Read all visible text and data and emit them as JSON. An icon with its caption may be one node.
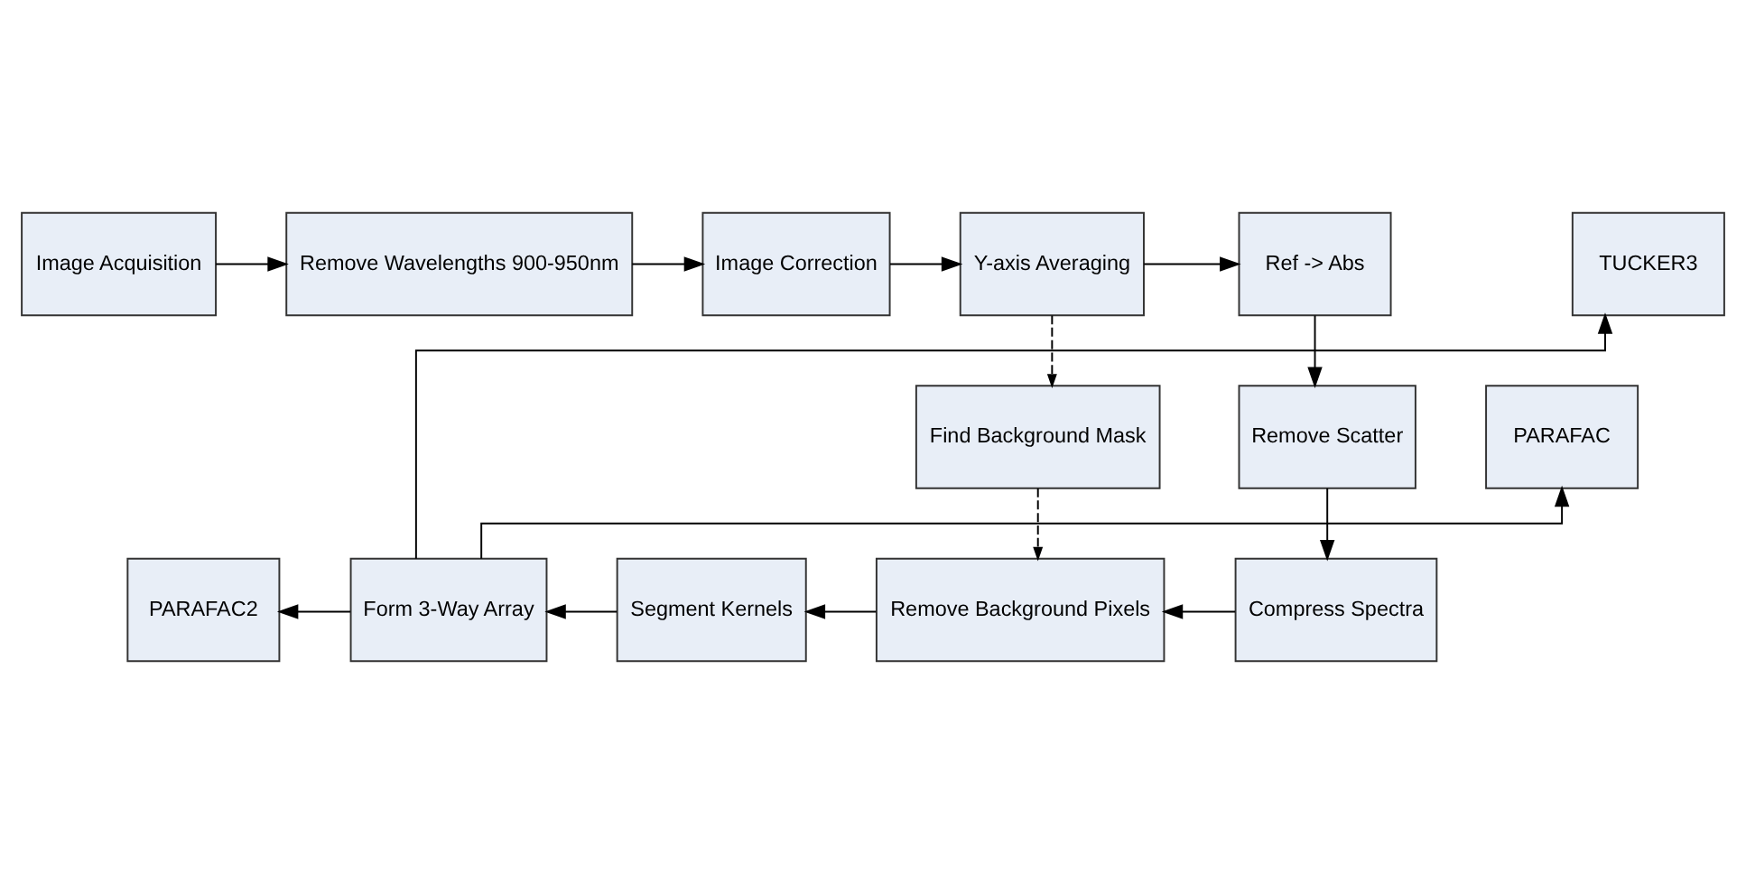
{
  "diagram": {
    "nodes": [
      {
        "text": [
          "Image Acquisition"
        ]
      },
      {
        "text": [
          "Remove Wavelengths 900-950nm"
        ]
      },
      {
        "text": [
          "Image Correction"
        ]
      },
      {
        "text": [
          "Y-axis Averaging"
        ]
      },
      {
        "text": [
          "Ref -> Abs"
        ]
      },
      {
        "text": [
          "Find Background Mask"
        ]
      },
      {
        "text": [
          "Remove Scatter"
        ]
      },
      {
        "text": [
          "PARAFAC"
        ]
      },
      {
        "text": [
          "PARAFAC2"
        ]
      },
      {
        "text": [
          "Form 3-Way Array"
        ]
      },
      {
        "text": [
          "Segment Kernels"
        ]
      },
      {
        "text": [
          "Remove Background Pixels"
        ]
      },
      {
        "text": [
          "Compress Spectra"
        ]
      },
      {
        "text": [
          "TUCKER3"
        ]
      }
    ],
    "edges": [
      {
        "from": 0,
        "to": 1,
        "arrow": "to"
      },
      {
        "from": 1,
        "to": 2,
        "arrow": "to"
      },
      {
        "from": 2,
        "to": 3,
        "arrow": "to"
      },
      {
        "from": 3,
        "to": 4,
        "arrow": "to"
      },
      {
        "from": 3,
        "to": 5,
        "arrow": "to",
        "style": "dashed"
      },
      {
        "from": 4,
        "to": 6,
        "arrow": "to"
      },
      {
        "from": 6,
        "to": 12,
        "arrow": "to"
      },
      {
        "from": 12,
        "to": 11,
        "arrow": "to"
      },
      {
        "from": 5,
        "to": 11,
        "arrow": "to",
        "style": "dashed"
      },
      {
        "from": 11,
        "to": 10,
        "arrow": "to"
      },
      {
        "from": 10,
        "to": 9,
        "arrow": "to"
      },
      {
        "from": 9,
        "to": 7,
        "arrow": "to"
      },
      {
        "from": 9,
        "to": 8,
        "arrow": "to"
      },
      {
        "from": 9,
        "to": 13,
        "arrow": "to"
      }
    ]
  }
}
